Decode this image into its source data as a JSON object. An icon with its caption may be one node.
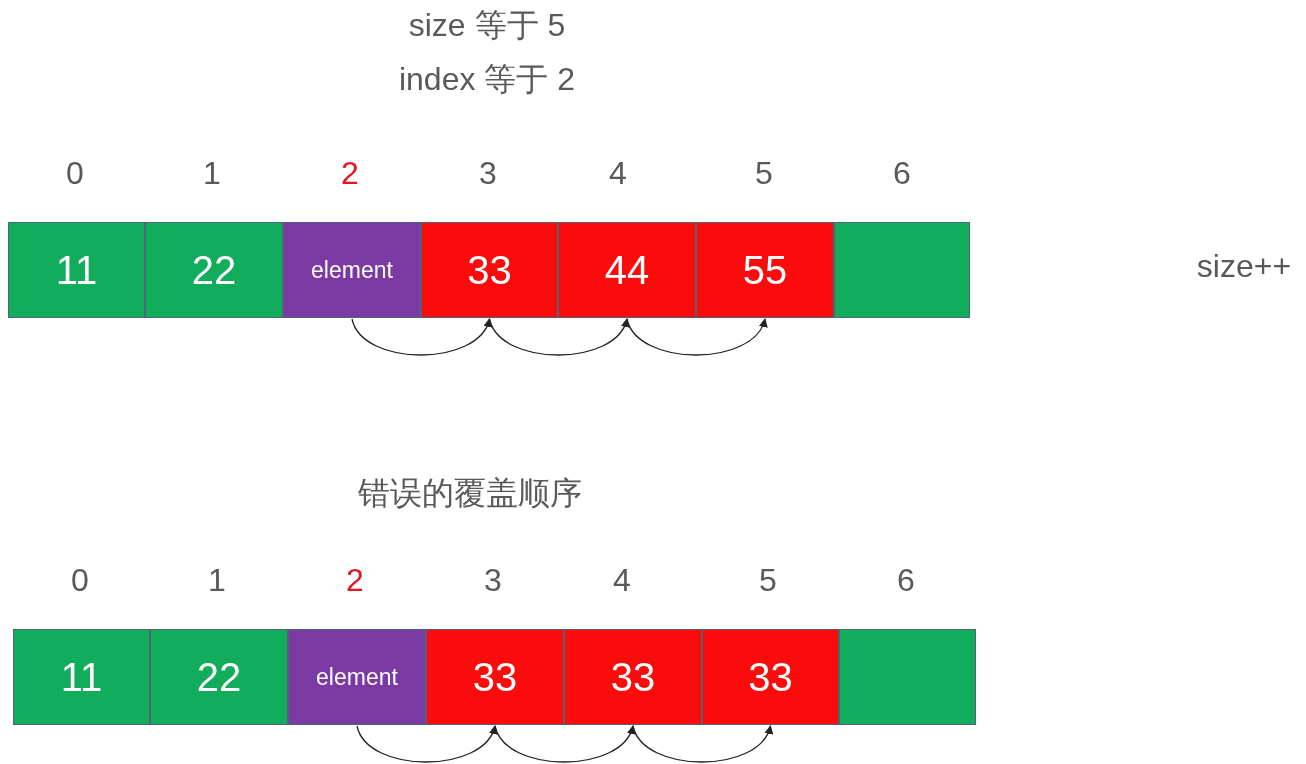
{
  "diagram": {
    "nodes": [
      {
        "text": [
          "11"
        ]
      },
      {
        "text": [
          "22"
        ]
      },
      {
        "text": [
          "element"
        ]
      },
      {
        "text": [
          "33"
        ]
      },
      {
        "text": [
          "44"
        ]
      },
      {
        "text": [
          "55"
        ]
      },
      {
        "text": [],
        "shape": "box"
      },
      {
        "text": [
          "11"
        ]
      },
      {
        "text": [
          "22"
        ]
      },
      {
        "text": [
          "element"
        ]
      },
      {
        "text": [
          "33"
        ]
      },
      {
        "text": [
          "33"
        ]
      },
      {
        "text": [
          "33"
        ]
      },
      {
        "text": [],
        "shape": "box"
      }
    ],
    "edges": [
      {
        "from": 2,
        "to": 3,
        "arrow": "to"
      },
      {
        "from": 3,
        "to": 4,
        "arrow": "to"
      },
      {
        "from": 4,
        "to": 5,
        "arrow": "to"
      },
      {
        "from": 9,
        "to": 10,
        "arrow": "to"
      },
      {
        "from": 10,
        "to": 11,
        "arrow": "to"
      },
      {
        "from": 11,
        "to": 12,
        "arrow": "to"
      }
    ],
    "labels": [
      "size 等于 5",
      "index 等于 2",
      "0",
      "1",
      "2",
      "3",
      "4",
      "5",
      "6",
      "size++",
      "错误的覆盖顺序",
      "0",
      "1",
      "2",
      "3",
      "4",
      "5",
      "6"
    ]
  }
}
